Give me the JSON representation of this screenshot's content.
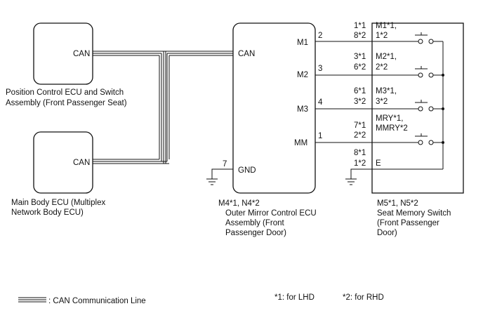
{
  "ecu_position": {
    "port": "CAN",
    "name_line1": "Position Control ECU and Switch",
    "name_line2": "Assembly (Front Passenger Seat)"
  },
  "ecu_main": {
    "port": "CAN",
    "name_line1": "Main Body ECU (Multiplex",
    "name_line2": "Network Body ECU)"
  },
  "mirror_ecu": {
    "can_label": "CAN",
    "pins": [
      {
        "label": "M1",
        "num": "2"
      },
      {
        "label": "M2",
        "num": "3"
      },
      {
        "label": "M3",
        "num": "4"
      },
      {
        "label": "MM",
        "num": "1"
      }
    ],
    "gnd_label": "GND",
    "gnd_num": "7",
    "connector": "M4*1, N4*2",
    "name_line1": "Outer Mirror Control ECU",
    "name_line2": "Assembly (Front",
    "name_line3": "Passenger Door)"
  },
  "seat_switch": {
    "wires": [
      {
        "num1": "1*1",
        "num2": "8*2",
        "term1": "M1*1,",
        "term2": "1*2"
      },
      {
        "num1": "3*1",
        "num2": "6*2",
        "term1": "M2*1,",
        "term2": "2*2"
      },
      {
        "num1": "6*1",
        "num2": "3*2",
        "term1": "M3*1,",
        "term2": "3*2"
      },
      {
        "num1": "7*1",
        "num2": "2*2",
        "term1": "MRY*1,",
        "term2": "MMRY*2"
      }
    ],
    "e_num1": "8*1",
    "e_num2": "1*2",
    "e_label": "E",
    "connector": "M5*1, N5*2",
    "name_line1": "Seat Memory Switch",
    "name_line2": "(Front Passenger",
    "name_line3": "Door)"
  },
  "legend": {
    "can_line": ": CAN Communication Line",
    "lhd": "*1: for LHD",
    "rhd": "*2: for RHD"
  }
}
